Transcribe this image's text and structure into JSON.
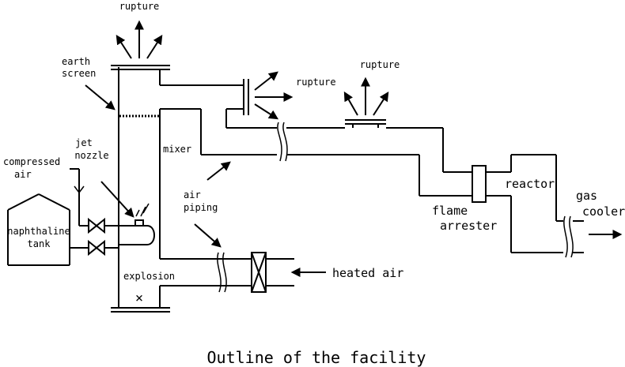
{
  "diagram": {
    "title": "Outline of the facility",
    "labels": {
      "rupture_top": "rupture",
      "rupture_side": "rupture",
      "rupture_right": "rupture",
      "earth_screen_1": "earth",
      "earth_screen_2": "screen",
      "jet_nozzle_1": "jet",
      "jet_nozzle_2": "nozzle",
      "compressed_air_1": "compressed",
      "compressed_air_2": "air",
      "mixer": "mixer",
      "air_piping_1": "air",
      "air_piping_2": "piping",
      "naphthaline_tank_1": "naphthaline",
      "naphthaline_tank_2": "tank",
      "explosion": "explosion",
      "explosion_mark": "×",
      "heated_air": "heated air",
      "flame_arrester_1": "flame",
      "flame_arrester_2": "arrester",
      "reactor": "reactor",
      "gas_cooler_1": "gas",
      "gas_cooler_2": "cooler"
    }
  }
}
